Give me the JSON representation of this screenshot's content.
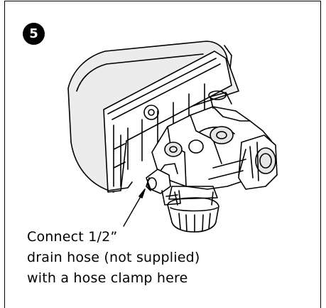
{
  "step": {
    "number": "5"
  },
  "caption": {
    "lines": [
      "Connect 1/2”",
      "drain hose (not supplied)",
      "with a hose clamp here"
    ]
  },
  "colors": {
    "ink": "#000000",
    "paper": "#ffffff",
    "shade": "#e6e6e6"
  }
}
